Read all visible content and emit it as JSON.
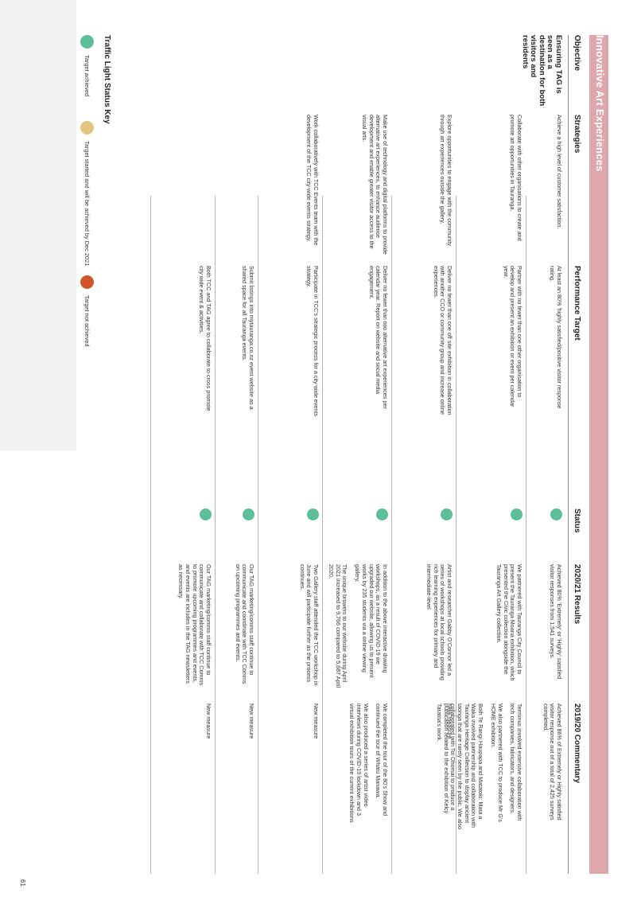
{
  "section_title": "Innovative Art Experiences",
  "headers": {
    "objective": "Objective",
    "strategies": "Strategies",
    "performance": "Performance Target",
    "status": "Status",
    "results": "2020/21 Results",
    "commentary": "2019/20 Commentary"
  },
  "colors": {
    "green": "#5cbf99",
    "amber": "#e2c57f",
    "red": "#d1552a",
    "banner": "#dea7ab"
  },
  "rows": [
    {
      "objective": "Ensuring TAG is seen as a destination for both visitors and residents",
      "strategy": "Achieve a high level of customer satisfaction.",
      "target": "At least an 80% 'highly satisfied/positive visitor response rating.",
      "status": "green",
      "results": [
        "Achieved 80% 'Extremely' or 'Highly' satisfied visitor responses from 1,541 surveys."
      ],
      "commentary": [
        "Achieved 86% of Extremely or Highly satisfied visitor response out of a total of 2,425 surveys completed."
      ]
    },
    {
      "objective": "",
      "strategy": "Collaborate with other organisations to create and promote art opportunities in Tauranga.",
      "target": "Partner with no fewer than one other organisation to develop and present an exhibition or event per calendar year.",
      "status": "green",
      "results": [
        "We partnered with Tauranga City Council to present the Tauranga Moana exhibition, which presented the Civic collection alongside the Tauranga Art Gallery collection."
      ],
      "commentary": [
        "Terminus involved extensive collaboration with tech companies, fabricators, and designers.",
        "We also partnered with TCC to produce Mr G's HOME exhibition.",
        "Both Te Rangi Haupapa and Matatoki: Mata a Waka involved partnership and collaboration with Tauranga Heritage Collection to display ancient taonga that are rarely seen by the public. We also collaborated with Toi Ohomai to produce a publication related to the exhibition of Kelcy Taratoa's work."
      ]
    },
    {
      "objective": "",
      "strategy": "Explore opportunities to engage with the community through art experiences outside the gallery.",
      "target": "Deliver no fewer than one off site exhibition in collaboration with another CCO or community group and increase online experiences.",
      "status": "green",
      "results": [
        "Artist and researcher Gabby O'Connor led a series of workshops at local schools providing rich learning experiences for primary and intermediate-level"
      ],
      "commentary": [
        "New measure"
      ]
    },
    {
      "objective": "",
      "strategy": "Make use of technology and digital platforms to provide alternative art experiences, to enhance audience development and enable greater visitor access to the visual arts.",
      "target": "Deliver no fewer than two alternative art experiences per calendar year. Report on website and social media engagement.",
      "status": "green",
      "results": [
        "In addition to the above interactive drawing workshops, as a result of COVID-19 we upgraded our website, allowing us to present works by 235 students via a online viewing gallery.",
        "The unique browers to our website during April 2021 increased to 9,766 compared to 5,687 April 2020."
      ],
      "commentary": [
        "We completed the tour of the 80's Show and continued the tour of Whatu Manawa.",
        "We also produced a series of artist video interviews during COVID-19 lockdown and 3 virtual exhibition tours of the current exhibitions"
      ]
    },
    {
      "objective": "",
      "strategy": "Work collaboratively with TCC Events team with the development of the TCC city-wide events strategy.",
      "target": "Participate in TCC's strategic process for a city-wide events strategy.",
      "status": "green",
      "results": [
        "Two Gallery staff attended the TCC workshop in June and will participate further as the process continues."
      ],
      "commentary": [
        "New measure"
      ]
    },
    {
      "objective": "",
      "strategy": "",
      "target": "Submit listings into mytauranga.co.nz event website as a shared space for all Tauranga events.",
      "status": "green",
      "results": [
        "Our TAG marketing/comms staff continue to communicate and coordinate with TCC Comms on upcoming programmes and events."
      ],
      "commentary": [
        "New measure"
      ]
    },
    {
      "objective": "",
      "strategy": "",
      "target": "Both TCC and TAG agree to collaborate to cross promote city wide event & activities.",
      "status": "green",
      "results": [
        "Our TAG marketing/comms staff continue to communicate and collaborate with TCC Comms to promote upcoming programmes and events, and events are includes in the TAG newsletters as necessary."
      ],
      "commentary": [
        "New measure"
      ]
    }
  ],
  "key": {
    "title": "Traffic Light Status Key",
    "items": [
      {
        "label": "Target achieved",
        "color": "#5cbf99"
      },
      {
        "label": "Target started and will be achieved by Dec 2021",
        "color": "#e2c57f"
      },
      {
        "label": "Target not achieved",
        "color": "#d1552a"
      }
    ]
  },
  "page_number": "61"
}
